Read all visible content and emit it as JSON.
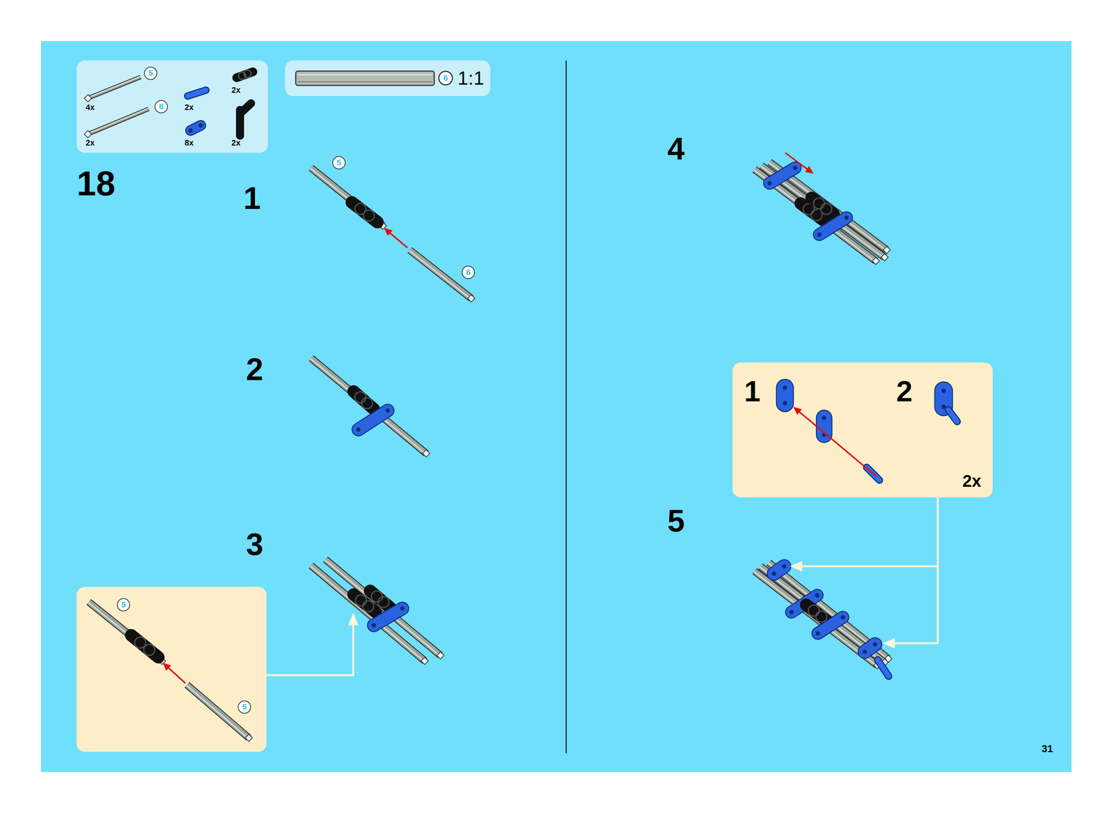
{
  "diagram": {
    "nodes": [
      {
        "text": [
          "5",
          "4x",
          "6",
          "2x",
          "2x",
          "8x",
          "2x",
          "2x"
        ]
      },
      {
        "text": [
          "6",
          "1:1"
        ]
      },
      {
        "text": [
          "5",
          "5"
        ]
      },
      {
        "text": [
          "1",
          "2",
          "2x"
        ]
      }
    ],
    "labels": [
      "18",
      "1",
      "5",
      "6",
      "2",
      "3",
      "4",
      "5",
      "31"
    ]
  }
}
